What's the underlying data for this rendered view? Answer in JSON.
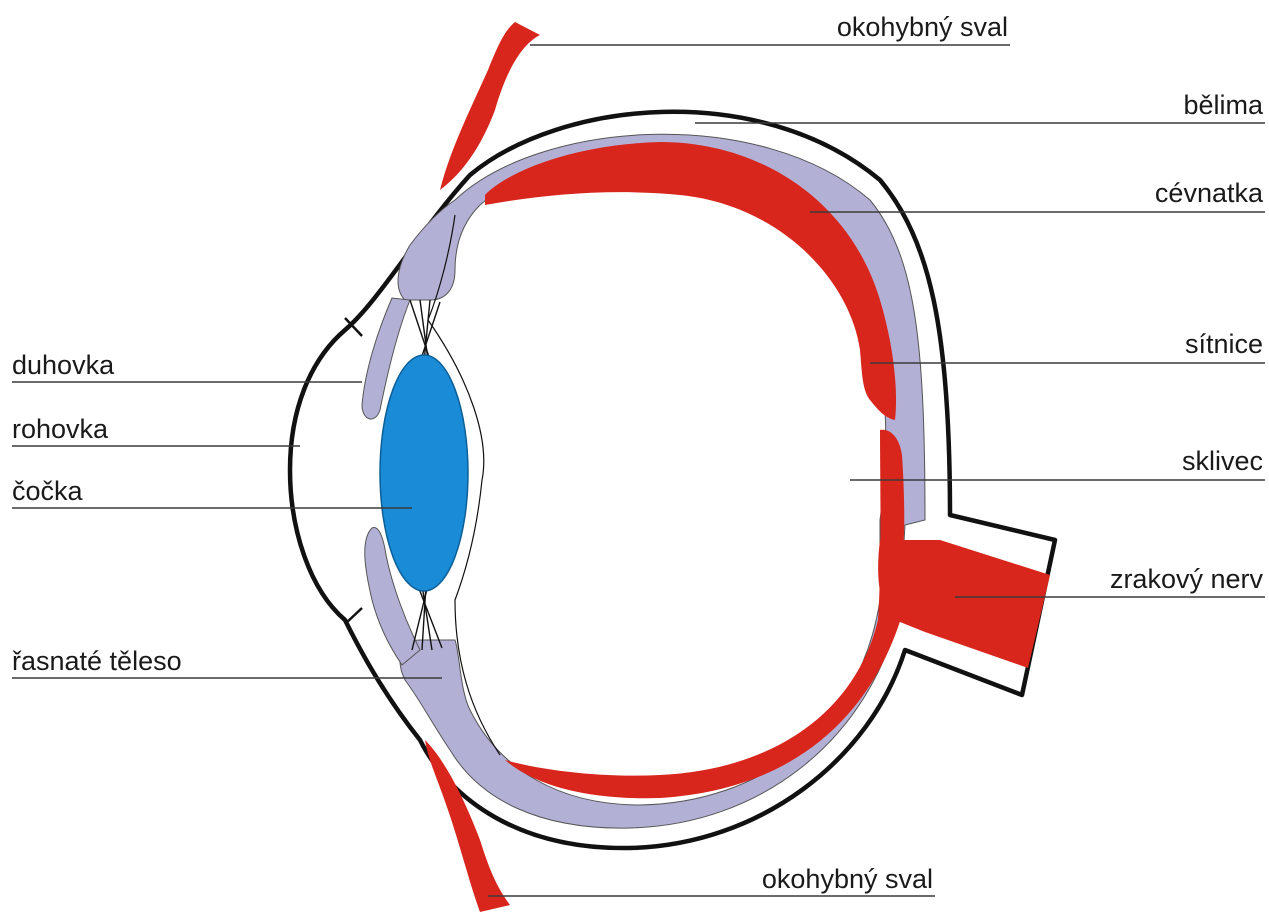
{
  "colors": {
    "muscle": "#d9261c",
    "retina": "#d9261c",
    "choroid": "#b3b0d6",
    "lens": "#1a8bd6",
    "sclera": "#ffffff",
    "outline": "#111111"
  },
  "labels": {
    "okohybny_sval_top": "okohybný sval",
    "belima": "bělima",
    "cevnatka": "cévnatka",
    "sitnice": "sítnice",
    "sklivec": "sklivec",
    "zrakovy_nerv": "zrakový nerv",
    "duhovka": "duhovka",
    "rohovka": "rohovka",
    "cocka": "čočka",
    "rasnate_teleso": "řasnaté těleso",
    "okohybny_sval_bottom": "okohybný sval"
  }
}
